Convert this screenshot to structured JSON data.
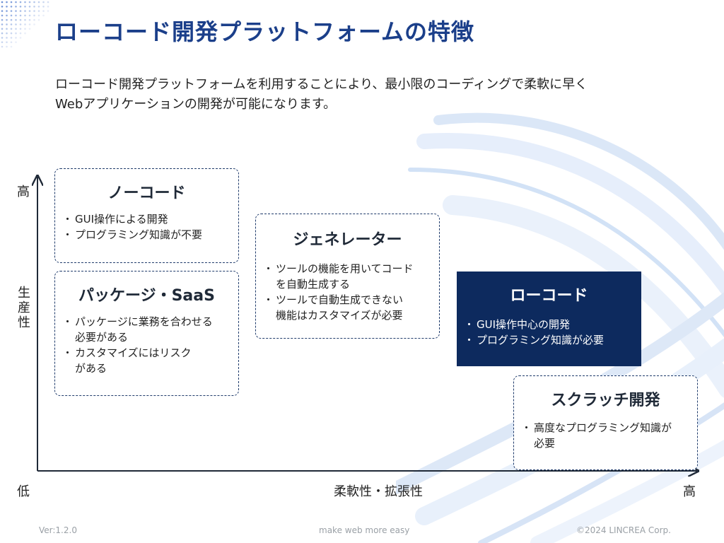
{
  "title": "ローコード開発プラットフォームの特徴",
  "intro": [
    "ローコード開発プラットフォームを利用することにより、最小限のコーディングで柔軟に早く",
    "Webアプリケーションの開発が可能になります。"
  ],
  "axes": {
    "y_title": [
      "生",
      "産",
      "性"
    ],
    "y_high": "高",
    "origin_low": "低",
    "x_title": "柔軟性・拡張性",
    "x_high": "高"
  },
  "boxes": {
    "nocode": {
      "title": "ノーコード",
      "items": [
        [
          "GUI操作による開発"
        ],
        [
          "プログラミング知識が不要"
        ]
      ]
    },
    "package": {
      "title": "パッケージ・SaaS",
      "items": [
        [
          "パッケージに業務を合わせる",
          "必要がある"
        ],
        [
          "カスタマイズにはリスク",
          "がある"
        ]
      ]
    },
    "generator": {
      "title": "ジェネレーター",
      "items": [
        [
          "ツールの機能を用いてコード",
          "を自動生成する"
        ],
        [
          "ツールで自動生成できない",
          "機能はカスタマイズが必要"
        ]
      ]
    },
    "lowcode": {
      "title": "ローコード",
      "items": [
        [
          "GUI操作中心の開発"
        ],
        [
          "プログラミング知識が必要"
        ]
      ]
    },
    "scratch": {
      "title": "スクラッチ開発",
      "items": [
        [
          "高度なプログラミング知識が",
          "必要"
        ]
      ]
    }
  },
  "footer": {
    "version": "Ver:1.2.0",
    "tagline": "make web more easy",
    "copyright": "©2024 LINCREA Corp."
  },
  "colors": {
    "title": "#1b3f8a",
    "highlight_box": "#0d2a5e",
    "box_border": "#1f3b6b"
  }
}
